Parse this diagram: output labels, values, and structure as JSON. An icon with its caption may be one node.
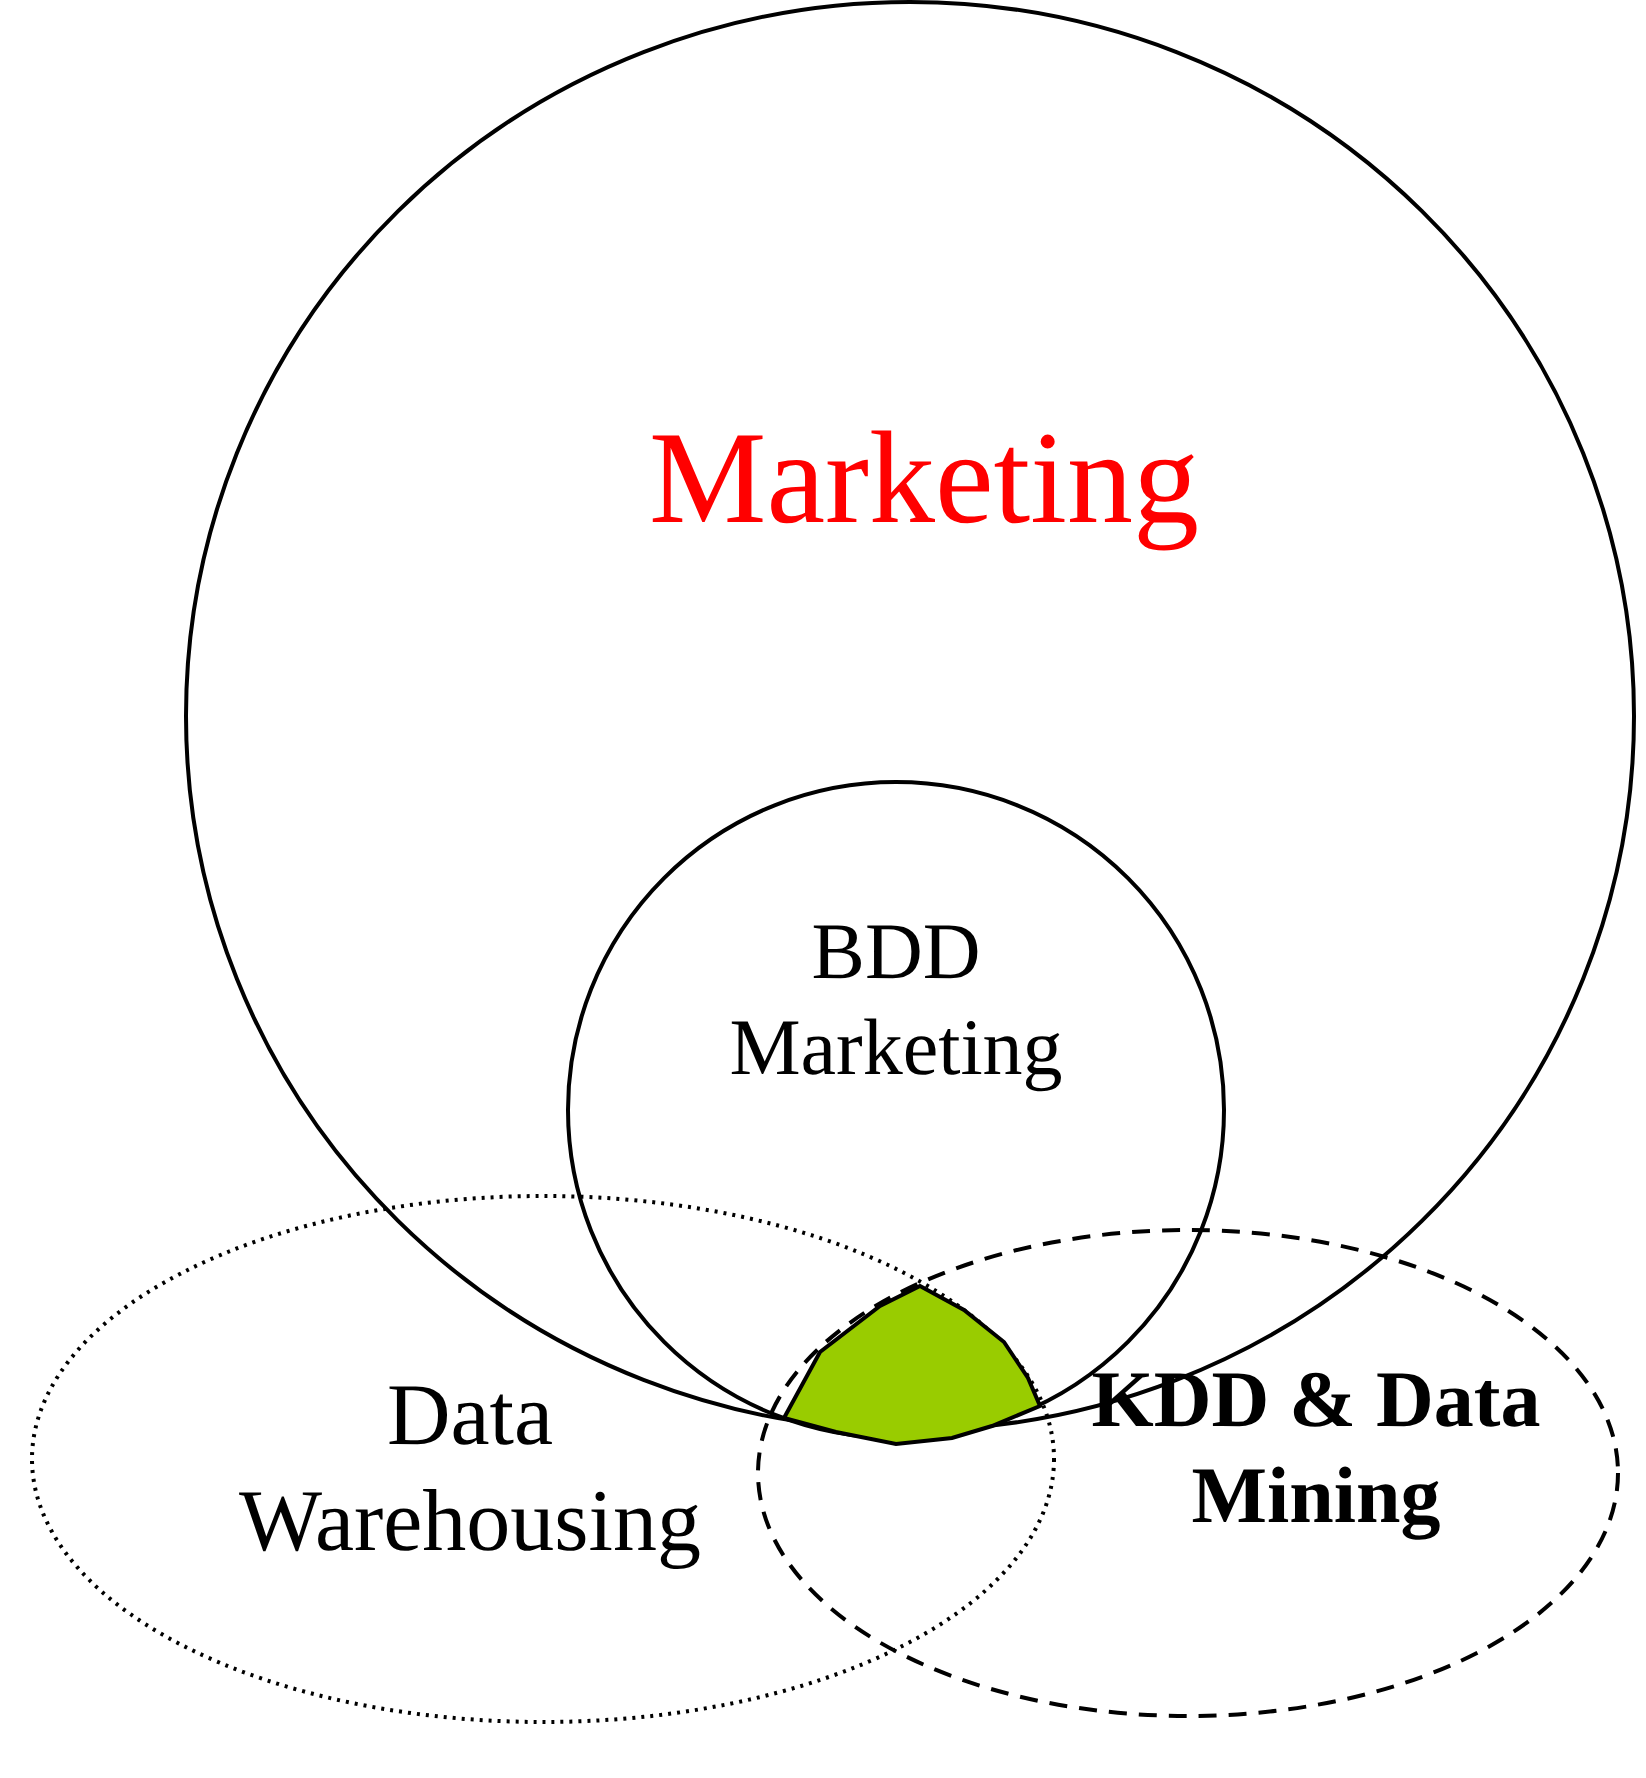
{
  "diagram": {
    "nodes": [
      {
        "text": [
          "Marketing"
        ]
      },
      {
        "text": [
          "BDD Marketing"
        ],
        "in": 0
      },
      {
        "text": [
          "Data Warehousing"
        ]
      },
      {
        "text": [
          "KDD & Data Mining"
        ]
      },
      {
        "text": [],
        "shape": "polygon"
      }
    ]
  }
}
